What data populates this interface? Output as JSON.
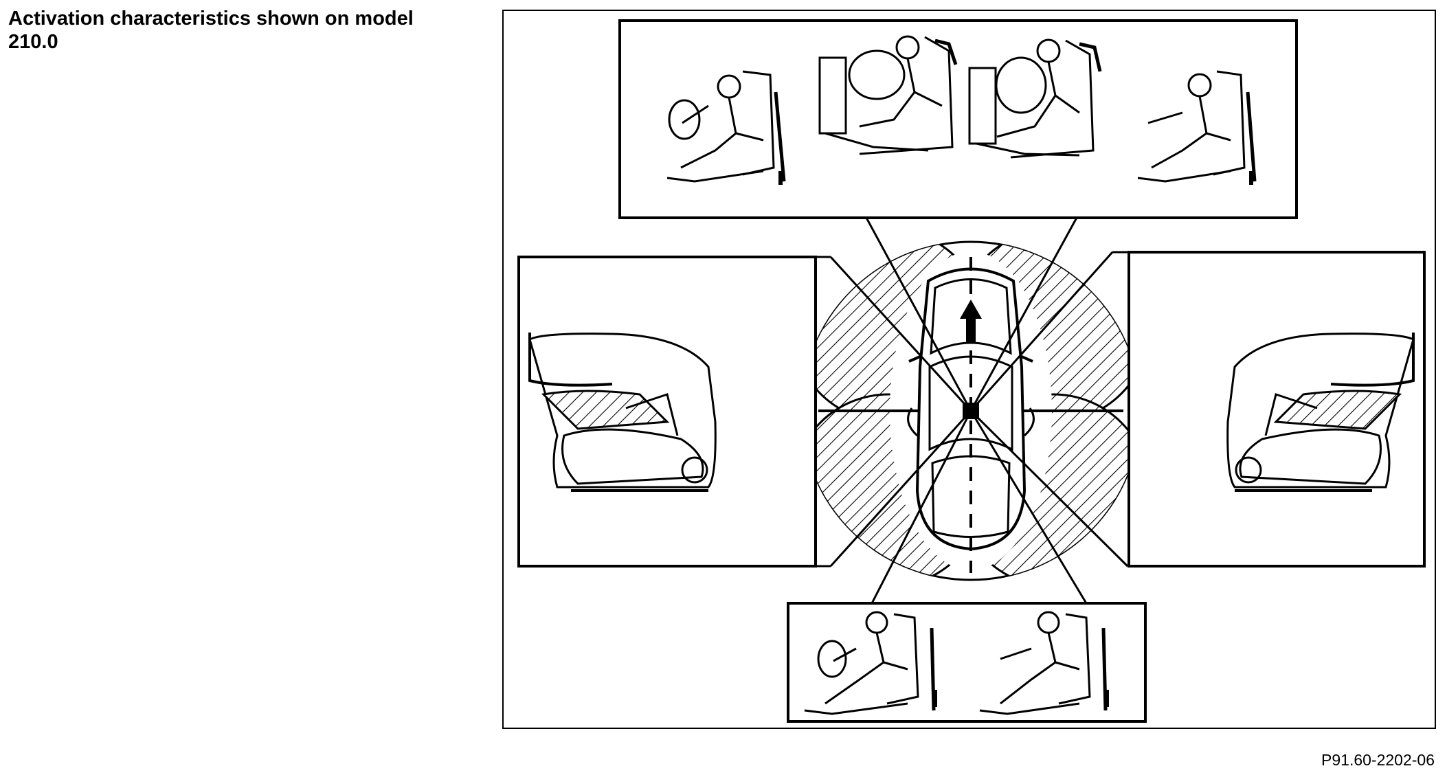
{
  "caption": {
    "text": "Activation characteristics shown on model 210.0"
  },
  "diagram": {
    "panels": [
      {
        "id": "front",
        "scenes": [
          "seated-driver-belted",
          "frontal-airbag-driver",
          "frontal-airbag-passenger",
          "seated-passenger-belted"
        ]
      },
      {
        "id": "left",
        "scenes": [
          "door-sidebag-left"
        ]
      },
      {
        "id": "right",
        "scenes": [
          "door-sidebag-right"
        ]
      },
      {
        "id": "rear",
        "scenes": [
          "seated-driver-belted",
          "seated-passenger-belted"
        ]
      }
    ],
    "center": {
      "subject": "vehicle top view",
      "direction_arrow": "forward"
    }
  },
  "reference": {
    "code": "P91.60-2202-06"
  },
  "colors": {
    "ink": "#000000",
    "paper": "#ffffff"
  }
}
